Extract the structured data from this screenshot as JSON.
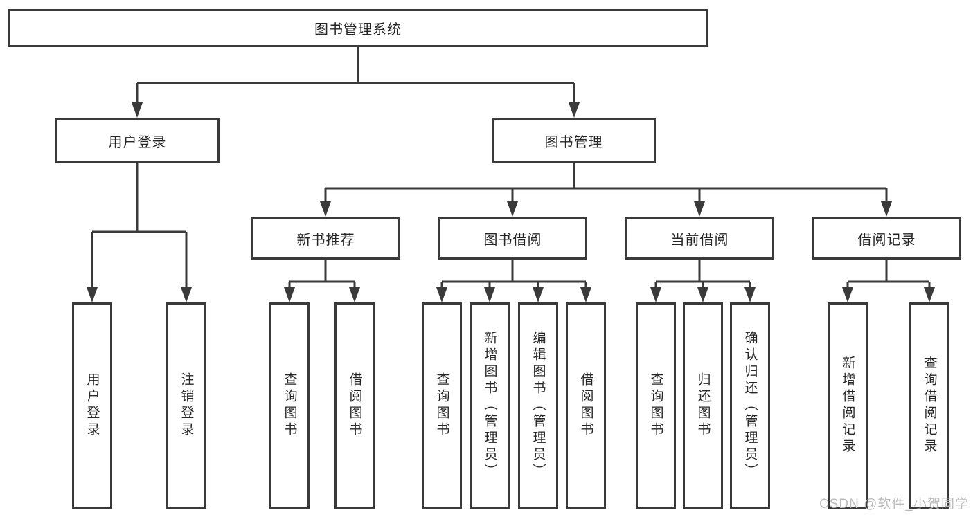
{
  "colors": {
    "line": "#3a3a3a",
    "text": "#262626",
    "watermark": "#bcbcbc",
    "bg": "#ffffff"
  },
  "watermark": "CSDN @软件_小贺同学",
  "chart_data": {
    "type": "tree-diagram",
    "title": "图书管理系统",
    "hierarchy": {
      "label": "图书管理系统",
      "children": [
        {
          "label": "用户登录",
          "children": [
            {
              "label": "用户登录"
            },
            {
              "label": "注销登录"
            }
          ]
        },
        {
          "label": "图书管理",
          "children": [
            {
              "label": "新书推荐",
              "children": [
                {
                  "label": "查询图书"
                },
                {
                  "label": "借阅图书"
                }
              ]
            },
            {
              "label": "图书借阅",
              "children": [
                {
                  "label": "查询图书"
                },
                {
                  "label": "新增图书（管理员）"
                },
                {
                  "label": "编辑图书（管理员）"
                },
                {
                  "label": "借阅图书"
                }
              ]
            },
            {
              "label": "当前借阅",
              "children": [
                {
                  "label": "查询图书"
                },
                {
                  "label": "归还图书"
                },
                {
                  "label": "确认归还（管理员）"
                }
              ]
            },
            {
              "label": "借阅记录",
              "children": [
                {
                  "label": "新增借阅记录"
                },
                {
                  "label": "查询借阅记录"
                }
              ]
            }
          ]
        }
      ]
    }
  },
  "nodes": {
    "root": "图书管理系统",
    "userLogin": "用户登录",
    "bookMgmt": "图书管理",
    "newBookRec": "新书推荐",
    "bookBorrow": "图书借阅",
    "currentBorrow": "当前借阅",
    "borrowRecords": "借阅记录",
    "leafUserLogin": "用户登录",
    "leafLogout": "注销登录",
    "nbQueryBooks": "查询图书",
    "nbBorrowBooks": "借阅图书",
    "bbQueryBooks": "查询图书",
    "bbAddBooks": "新增图书（管理员）",
    "bbEditBooks": "编辑图书（管理员）",
    "bbBorrowBooks": "借阅图书",
    "cbQueryBooks": "查询图书",
    "cbReturnBooks": "归还图书",
    "cbConfirmReturn": "确认归还（管理员）",
    "brAddRecord": "新增借阅记录",
    "brQueryRecord": "查询借阅记录"
  }
}
